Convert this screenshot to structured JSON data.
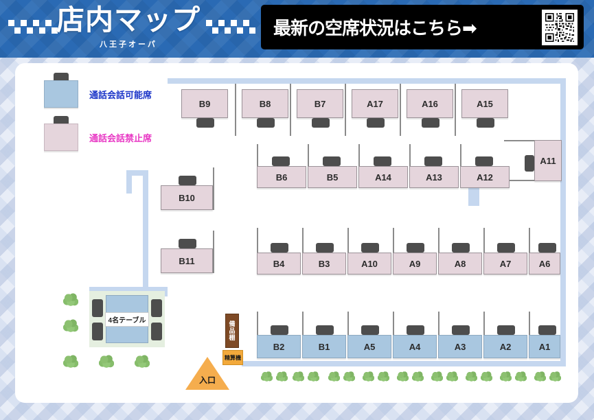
{
  "header": {
    "title": "店内マップ",
    "subtitle": "八王子オーパ",
    "banner_text": "最新の空席状況はこちら➡",
    "qr_name": "qr-code",
    "bg_color": "#2a6ab4",
    "banner_bg": "#000000"
  },
  "legend": {
    "items": [
      {
        "label": "通話会話可能席",
        "color": "#a9c7e0",
        "text_color": "#1b35c8"
      },
      {
        "label": "通話会話禁止席",
        "color": "#e5d5dc",
        "text_color": "#e838c4"
      }
    ]
  },
  "facilities": {
    "four_person_table": "4名テーブル",
    "entrance": "入口",
    "supply_shelf": "備品棚",
    "payment_machine": "精算機"
  },
  "seats": {
    "row_top": [
      "B9",
      "B8",
      "B7",
      "A17",
      "A16",
      "A15"
    ],
    "row_second": [
      "B6",
      "B5",
      "A14",
      "A13",
      "A12"
    ],
    "row_third": [
      "B4",
      "B3",
      "A10",
      "A9",
      "A8",
      "A7",
      "A6"
    ],
    "row_bottom": [
      "B2",
      "B1",
      "A5",
      "A4",
      "A3",
      "A2",
      "A1"
    ],
    "left_column": [
      "B10",
      "B11"
    ],
    "right_single": [
      "A11"
    ]
  },
  "colors": {
    "seat_pink": "#e5d5dc",
    "seat_blue": "#a9c7e0",
    "chair": "#4d4d4d",
    "wall": "#c5d7ef",
    "shrub": "#8cc070",
    "entrance": "#f5ad4e"
  }
}
